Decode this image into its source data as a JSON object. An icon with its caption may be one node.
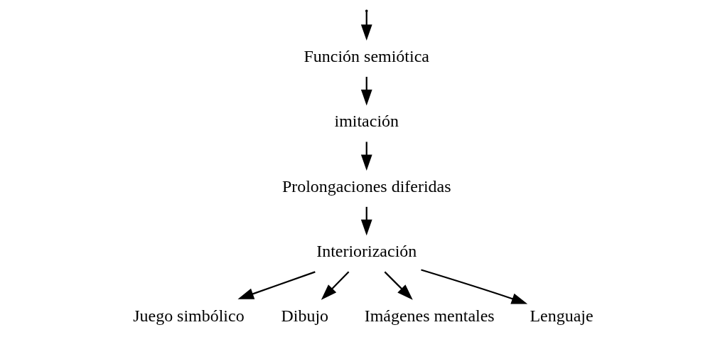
{
  "diagram": {
    "nodes": [
      {
        "text": [
          "Función semiótica"
        ]
      },
      {
        "text": [
          "imitación"
        ]
      },
      {
        "text": [
          "Prolongaciones diferidas"
        ]
      },
      {
        "text": [
          "Interiorización"
        ]
      },
      {
        "text": [
          "Juego simbólico"
        ]
      },
      {
        "text": [
          "Dibujo"
        ]
      },
      {
        "text": [
          "Imágenes mentales"
        ]
      },
      {
        "text": [
          "Lenguaje"
        ]
      }
    ],
    "edges": [
      {
        "from": null,
        "to": 0,
        "arrow": "to"
      },
      {
        "from": 0,
        "to": 1,
        "arrow": "to"
      },
      {
        "from": 1,
        "to": 2,
        "arrow": "to"
      },
      {
        "from": 2,
        "to": 3,
        "arrow": "to"
      },
      {
        "from": 3,
        "to": 4,
        "arrow": "to"
      },
      {
        "from": 3,
        "to": 5,
        "arrow": "to"
      },
      {
        "from": 3,
        "to": 6,
        "arrow": "to"
      },
      {
        "from": 3,
        "to": 7,
        "arrow": "to"
      }
    ]
  }
}
